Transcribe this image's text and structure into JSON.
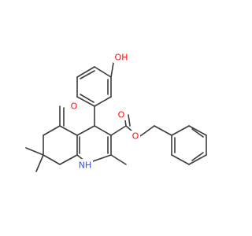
{
  "structure": {
    "atoms": {
      "hydroxyl": {
        "label": "OH",
        "color": "#ff0d0d"
      },
      "ketone_oxygen": {
        "label": "O",
        "color": "#ff0d0d"
      },
      "ester_carbonyl_oxygen": {
        "label": "O",
        "color": "#ff0d0d"
      },
      "ester_oxygen": {
        "label": "O",
        "color": "#ff0d0d"
      },
      "amine": {
        "label": "NH",
        "color": "#3050f8"
      }
    },
    "bond_color": "#3c3c3c"
  }
}
